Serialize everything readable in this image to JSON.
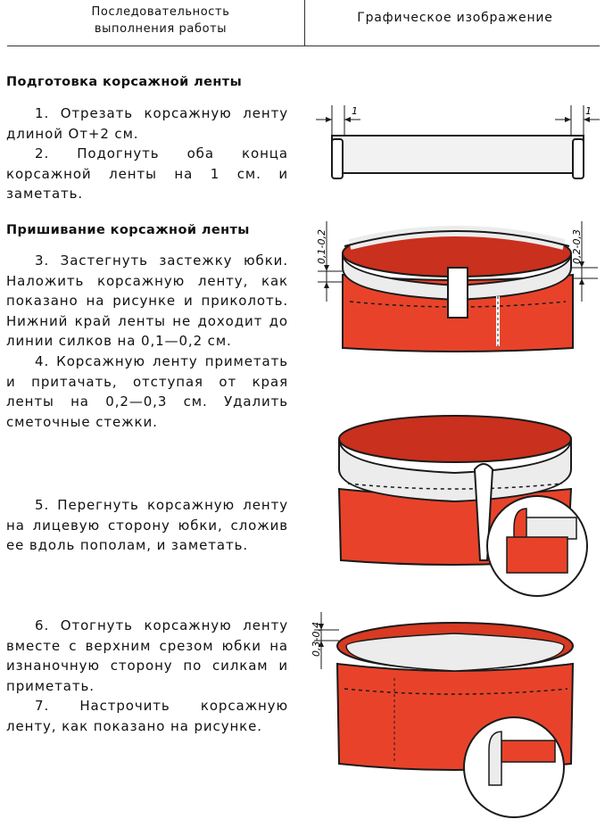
{
  "header": {
    "left": "Последовательность\nвыполнения работы",
    "right": "Графическое изображение"
  },
  "sections": [
    {
      "title": "Подготовка корсажной ленты"
    },
    {
      "title": "Пришивание корсажной ленты"
    }
  ],
  "steps": [
    "1. Отрезать корсажную ленту длиной От+2 см.",
    "2. Подогнуть оба конца корсажной ленты на 1 см. и заметать.",
    "3. Застегнуть застежку юбки. Наложить корсажную ленту, как показано на рисунке и приколоть. Нижний край ленты не доходит до линии силков на 0,1—0,2 см.",
    "4. Корсажную ленту приметать и притачать, отступая от края ленты на 0,2—0,3 см. Удалить сметочные стежки.",
    "5. Перегнуть корсажную ленту на лицевую сторону юбки, сложив ее вдоль пополам, и заметать.",
    "6. Отогнуть корсажную ленту вместе с верхним срезом юбки на изнаночную сторону по силкам и приметать.",
    "7. Настрочить корсажную ленту, как показано на рисунке."
  ],
  "dims": {
    "fig1_left": "1",
    "fig1_right": "1",
    "fig2_left": "0,1-0,2",
    "fig2_right": "0,2-0,3",
    "fig4_left": "0,3-0,4"
  },
  "colors": {
    "fabric": "#e8432a",
    "fabric_dark": "#b32818",
    "tape": "#ececec",
    "outline": "#1a1a1a"
  }
}
